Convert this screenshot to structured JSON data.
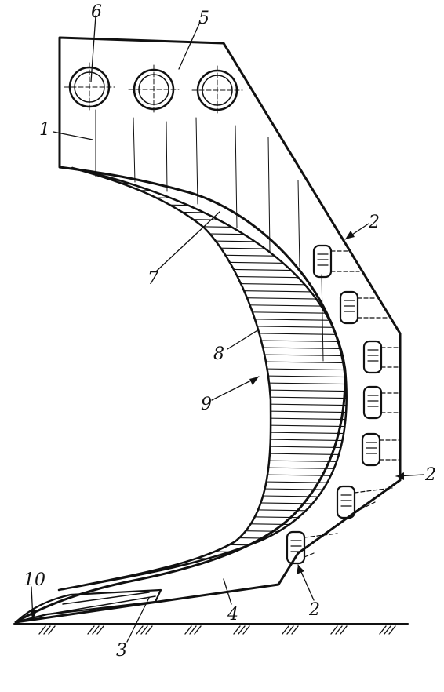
{
  "diagram": {
    "labels": {
      "shank": "1",
      "bolt_top": "2",
      "bolt_right": "2",
      "bolt_bottom": "2",
      "tip_insert": "3",
      "chisel": "4",
      "upper_plate": "5",
      "mounting_hole": "6",
      "body": "7",
      "wear_plate": "8",
      "cutting_edge": "9",
      "point": "10"
    }
  }
}
